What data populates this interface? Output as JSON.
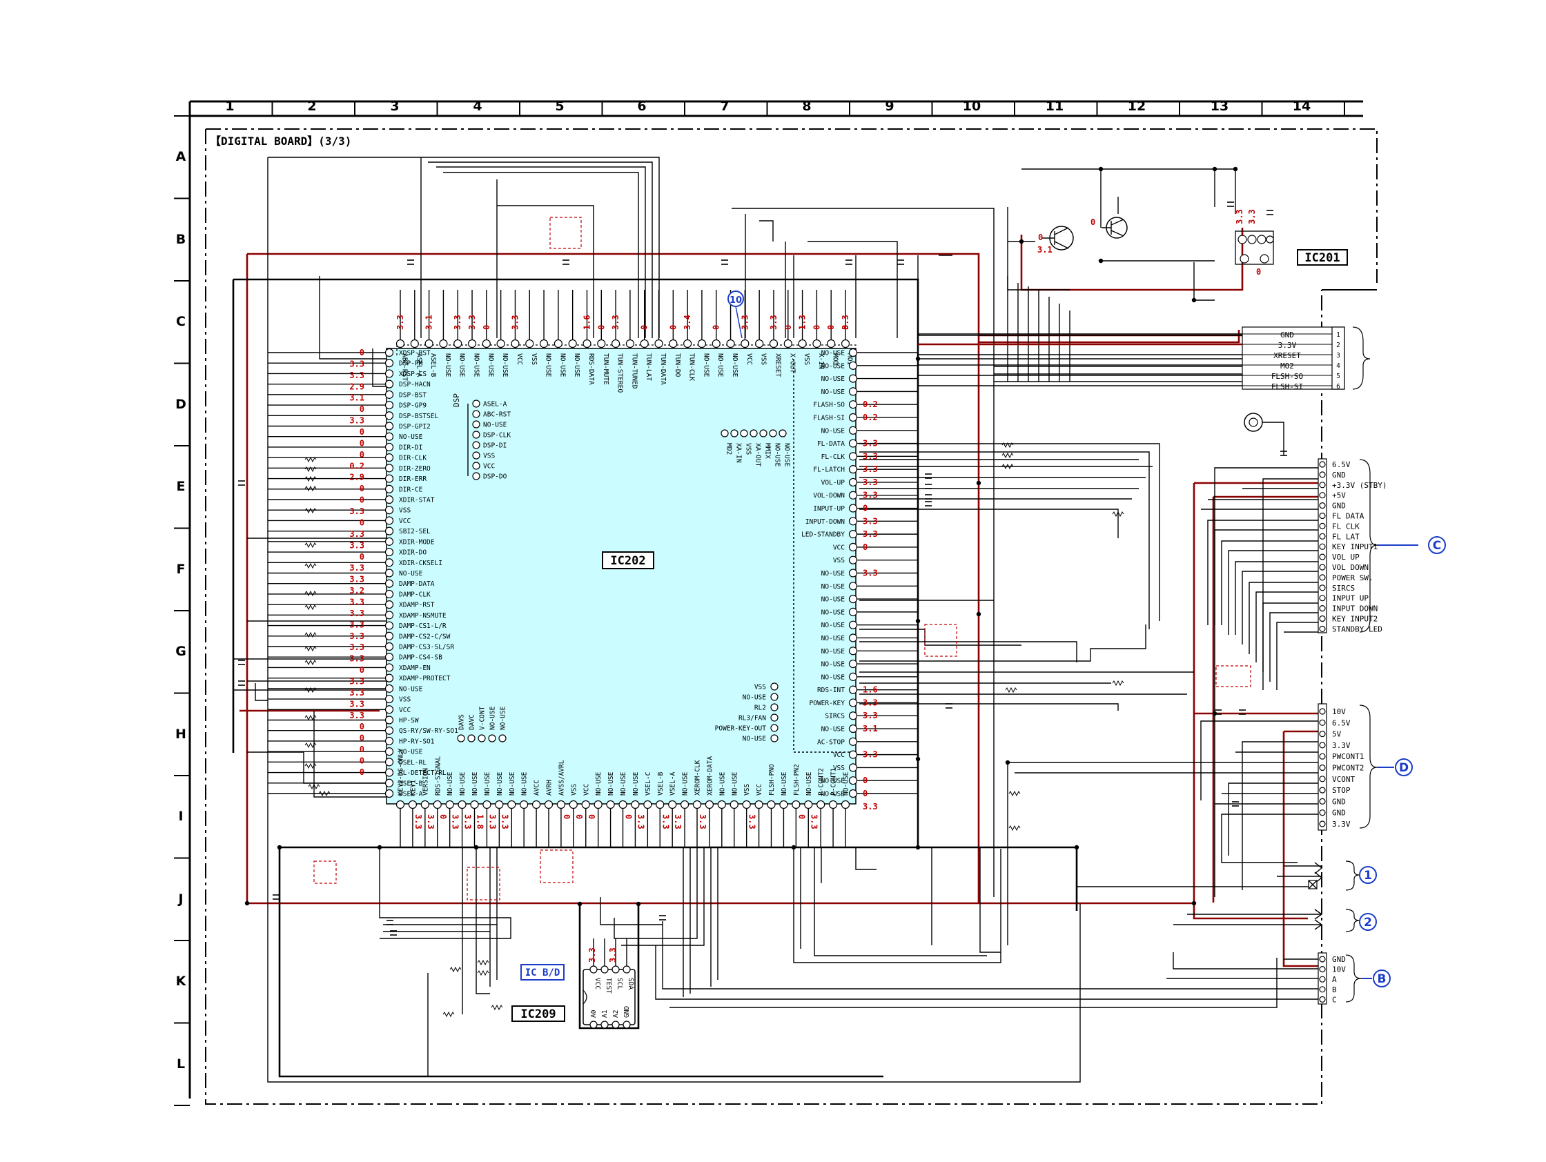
{
  "board_title": "【DIGITAL BOARD】(3/3)",
  "grid": {
    "columns": [
      "1",
      "2",
      "3",
      "4",
      "5",
      "6",
      "7",
      "8",
      "9",
      "10",
      "11",
      "12",
      "13",
      "14"
    ],
    "rows": [
      "A",
      "B",
      "C",
      "D",
      "E",
      "F",
      "G",
      "H",
      "I",
      "J",
      "K",
      "L"
    ]
  },
  "ics": {
    "ic202": "IC202",
    "ic201": "IC201",
    "ic209": "IC209",
    "ic_bd": "IC B/D",
    "ic202_inner_label": "DSP"
  },
  "ic202_pins": {
    "left": [
      "XDSP-RST",
      "DSP-PM",
      "XDSP-CS",
      "DSP-HACN",
      "DSP-BST",
      "DSP-GP9",
      "DSP-BSTSEL",
      "DSP-GPI2",
      "NO-USE",
      "DIR-DI",
      "DIR-CLK",
      "DIR-ZERO",
      "DIR-ERR",
      "DIR-CE",
      "XDIR-STAT",
      "VSS",
      "VCC",
      "SBI2-SEL",
      "XDIR-MODE",
      "XDIR-DO",
      "XDIR-CKSELI",
      "NO-USE",
      "DAMP-DATA",
      "DAMP-CLK",
      "XDAMP-RST",
      "XDAMP-NSMUTE",
      "DAMP-CS1-L/R",
      "DAMP-CS2-C/SW",
      "DAMP-CS3-SL/SR",
      "DAMP-CS4-SB",
      "XDAMP-EN",
      "XDAMP-PROTECT",
      "NO-USE",
      "VSS",
      "VCC",
      "HP-SW",
      "QS-RY/SW-RY-SO1",
      "HP-RY-SO1",
      "NO-USE",
      "DSEL-RL",
      "RL-DETECT/RL",
      "BSEL-B",
      "DSEL-A"
    ],
    "top": [
      "ABC-RST",
      "ASEL-A",
      "ASEL-B",
      "NO-USE",
      "NO-USE",
      "NO-USE",
      "NO-USE",
      "NO-USE",
      "VCC",
      "VSS",
      "NO-USE",
      "NO-USE",
      "NO-USE",
      "RDS-DATA",
      "TUN-MUTE",
      "TUN-STEREO",
      "TUN-TUNED",
      "TUN-LAT",
      "TUN-DATA",
      "TUN-DO",
      "TUN-CLK",
      "NO-USE",
      "NO-USE",
      "NO-USE",
      "VCC",
      "VSS",
      "XRESET",
      "X-OUT",
      "VSS",
      "X-IN",
      "MOD",
      "MOI"
    ],
    "right": [
      "NO-USE",
      "NO-USE",
      "NO-USE",
      "NO-USE",
      "FLASH-SO",
      "FLASH-SI",
      "NO-USE",
      "FL-DATA",
      "FL-CLK",
      "FL-LATCH",
      "VOL-UP",
      "VOL-DOWN",
      "INPUT-UP",
      "INPUT-DOWN",
      "LED-STANDBY",
      "VCC",
      "VSS",
      "NO-USE",
      "NO-USE",
      "NO-USE",
      "NO-USE",
      "NO-USE",
      "NO-USE",
      "NO-USE",
      "NO-USE",
      "NO-USE",
      "RDS-INT",
      "POWER-KEY",
      "SIRCS",
      "NO-USE",
      "AC-STOP",
      "VCC",
      "VSS",
      "NO-USE",
      "NO-USE"
    ],
    "bottom": [
      "KEY2-DS-ONLY",
      "KEY1",
      "VERSION",
      "RDS-SIGNAL",
      "NO-USE",
      "NO-USE",
      "NO-USE",
      "NO-USE",
      "NO-USE",
      "NO-USE",
      "NO-USE",
      "AVCC",
      "AVRH",
      "AVSS/AVRL",
      "VSS",
      "VCC",
      "NO-USE",
      "NO-USE",
      "NO-USE",
      "NO-USE",
      "VSEL-C",
      "VSEL-B",
      "VSEL-A",
      "NO-USE",
      "XEROM-CLK",
      "XEROM-DATA",
      "NO-USE",
      "NO-USE",
      "VSS",
      "VCC",
      "FLSH-PNO",
      "NO-USE",
      "FLSH-PN2",
      "NO-USE",
      "P-CONT2",
      "P-CONT1",
      "NO-USE"
    ],
    "inner_dsp": [
      "ASEL-A",
      "ABC-RST",
      "NO-USE",
      "DSP-CLK",
      "DSP-DI",
      "VSS",
      "VCC",
      "DSP-DO"
    ],
    "inner_x": [
      "MD2",
      "XA-IN",
      "VSS",
      "XA-OUT",
      "MMIX",
      "NO-USE",
      "NO-USE"
    ],
    "inner_power": [
      "VSS",
      "NO-USE",
      "RL2",
      "RL3/FAN",
      "POWER-KEY-OUT",
      "NO-USE"
    ],
    "inner_bottom": [
      "DAVS",
      "DAVC",
      "V-CONT",
      "NO-USE",
      "NO-USE"
    ]
  },
  "voltages": {
    "left": [
      "0",
      "3.3",
      "3.3",
      "2.9",
      "3.1",
      "0",
      "3.3",
      "0",
      "0",
      "0",
      "0.2",
      "2.9",
      "0",
      "0",
      "3.3",
      "0",
      "3.3",
      "3.3",
      "0",
      "3.3",
      "3.3",
      "3.2",
      "3.3",
      "3.3",
      "3.3",
      "3.3",
      "3.3",
      "3.3",
      "0",
      "3.3",
      "3.3",
      "3.3",
      "3.3",
      "0",
      "0",
      "0",
      "0",
      "0"
    ],
    "top": [
      "3.3",
      "3.1",
      "3.3",
      "3.3",
      "0",
      "3.3",
      "1.6",
      "0",
      "3.3",
      "0",
      "0",
      "3.4",
      "0",
      "3.3",
      "3.3",
      "0",
      "1.3",
      "0",
      "0",
      "0",
      "3.3"
    ],
    "right": [
      "0.2",
      "0.2",
      "3.3",
      "3.3",
      "3.3",
      "3.3",
      "3.3",
      "0",
      "3.3",
      "3.3",
      "0",
      "3.3",
      "1.6",
      "3.3",
      "3.3",
      "3.1",
      "3.3",
      "0",
      "0",
      "3.3"
    ],
    "bottom": [
      "3.3",
      "3.3",
      "0",
      "3.3",
      "3.3",
      "1.8",
      "3.3",
      "3.3",
      "0",
      "0",
      "0",
      "0",
      "3.3",
      "3.3",
      "3.3",
      "3.3",
      "3.3",
      "0",
      "3.3"
    ],
    "ic201": [
      "0",
      "3.1",
      "0",
      "0",
      "3.3",
      "3.3"
    ],
    "ic209": [
      "3.3",
      "3.3"
    ]
  },
  "connectors": {
    "cn_c_top": {
      "pins": [
        "GND",
        "3.3V",
        "XRESET",
        "MO2",
        "FLSH-SO",
        "FLSH-SI"
      ],
      "nums": [
        "1",
        "2",
        "3",
        "4",
        "5",
        "6"
      ]
    },
    "cn_c": {
      "ref": "C",
      "pins": [
        "6.5V",
        "GND",
        "+3.3V (STBY)",
        "+5V",
        "GND",
        "FL DATA",
        "FL CLK",
        "FL LAT",
        "KEY INPUT1",
        "VOL UP",
        "VOL DOWN",
        "POWER SW.",
        "SIRCS",
        "INPUT UP",
        "INPUT DOWN",
        "KEY INPUT2",
        "STANDBY LED"
      ]
    },
    "cn_d": {
      "ref": "D",
      "pins": [
        "10V",
        "6.5V",
        "5V",
        "3.3V",
        "PWCONT1",
        "PWCONT2",
        "VCONT",
        "STOP",
        "GND",
        "GND",
        "3.3V"
      ]
    },
    "cn_b": {
      "ref": "B",
      "pins": [
        "GND",
        "10V",
        "A",
        "B",
        "C"
      ]
    },
    "ref_1": "1",
    "ref_2": "2",
    "ref_10": "10"
  },
  "ic209_pins": {
    "top": [
      "VCC",
      "TEST",
      "SCL",
      "SDA"
    ],
    "bottom": [
      "A0",
      "A1",
      "A2",
      "GND"
    ]
  },
  "colors": {
    "wire": "#000000",
    "power_wire": "#8b0000",
    "voltage": "#c00000",
    "ic_fill": "#cbfcff",
    "ref": "#1a3cc8"
  }
}
